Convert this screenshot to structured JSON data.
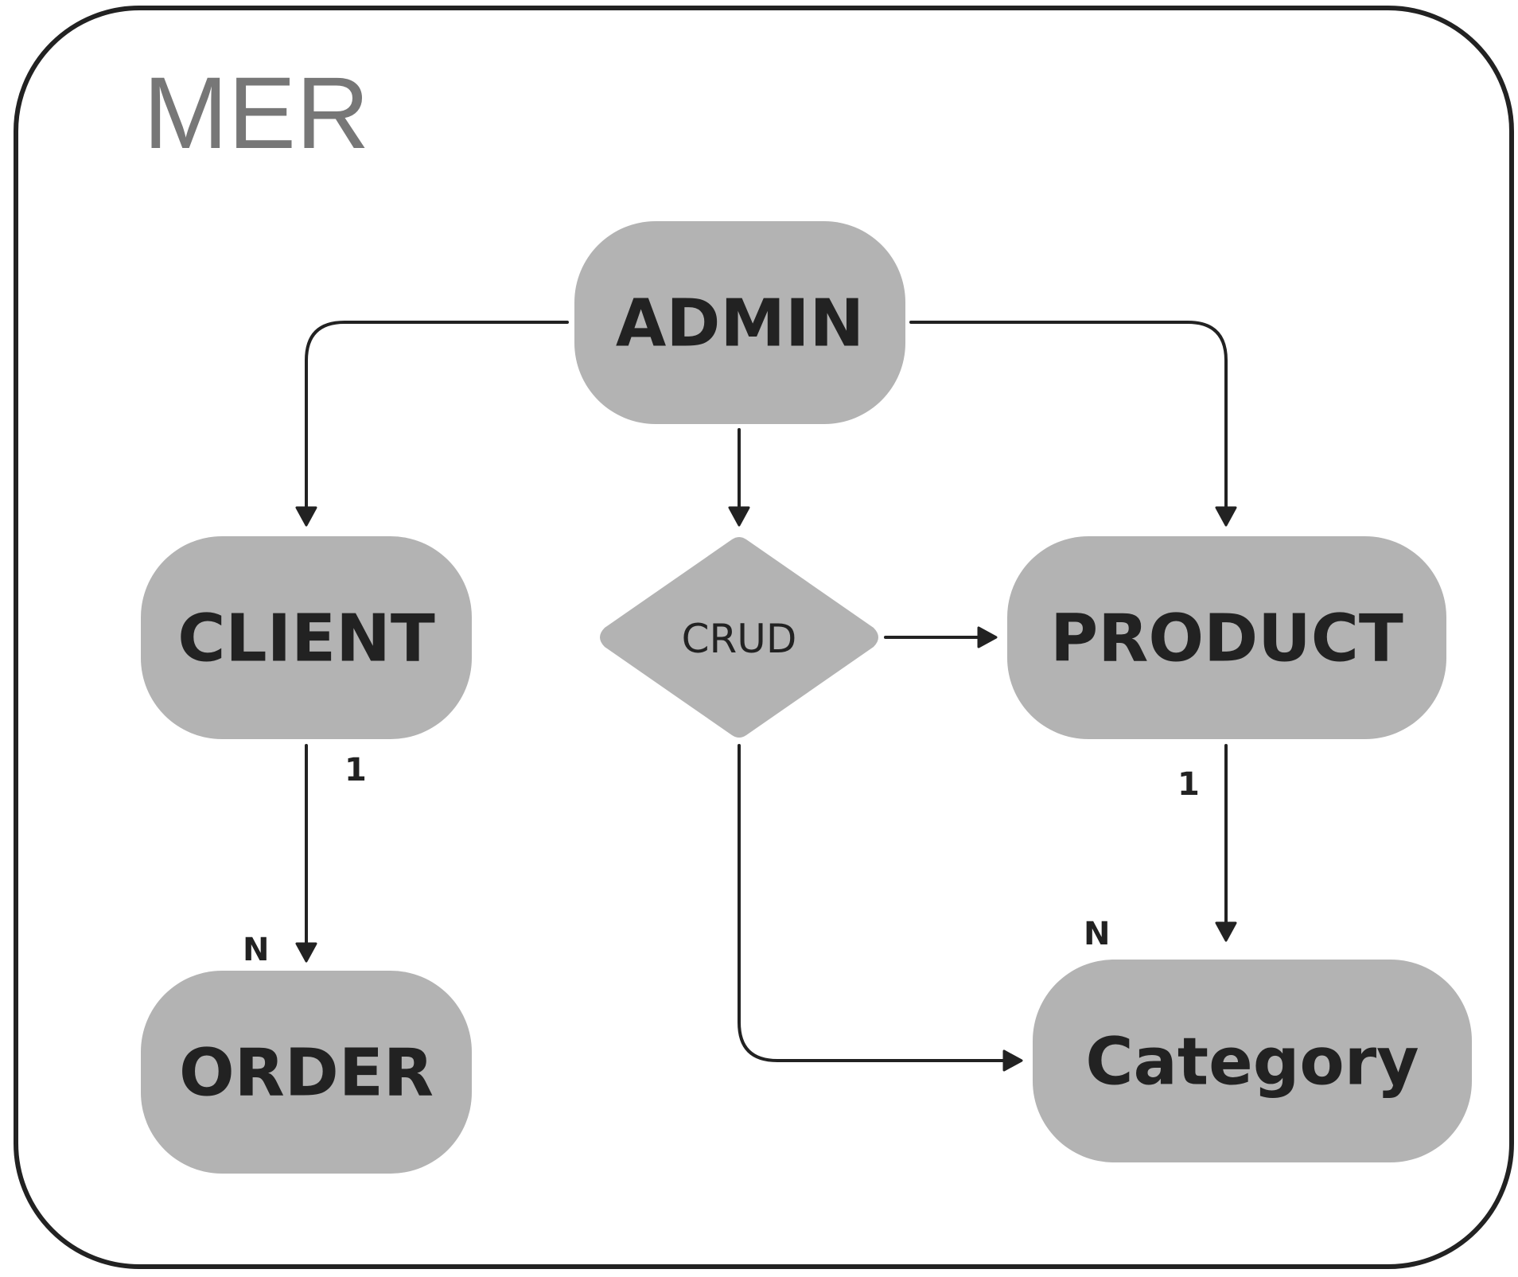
{
  "frame": {
    "title": "MER"
  },
  "nodes": {
    "admin": "ADMIN",
    "client": "CLIENT",
    "product": "PRODUCT",
    "order": "ORDER",
    "category": "Category",
    "crud": "CRUD"
  },
  "cardinalities": {
    "client_order_source": "1",
    "client_order_target": "N",
    "product_category_source": "1",
    "product_category_target": "N"
  },
  "colors": {
    "node_fill": "#b3b3b3",
    "stroke": "#222222",
    "title": "#777777"
  }
}
